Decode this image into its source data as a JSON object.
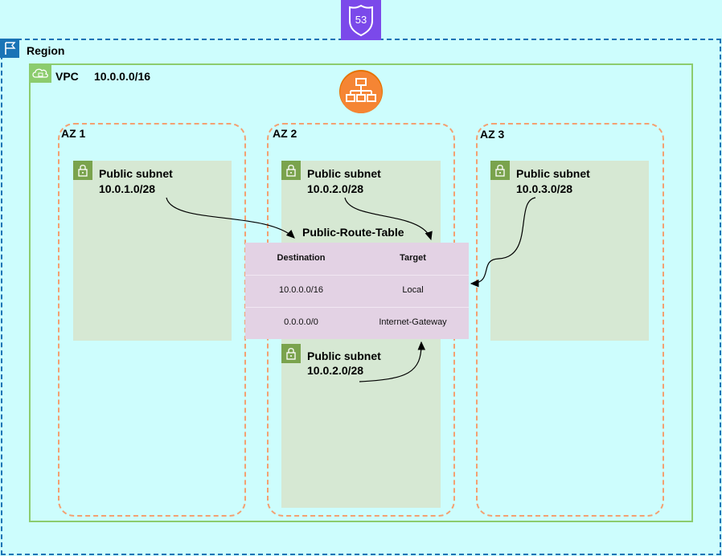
{
  "region": {
    "label": "Region"
  },
  "vpc": {
    "label": "VPC",
    "cidr": "10.0.0.0/16"
  },
  "azs": [
    {
      "label": "AZ 1"
    },
    {
      "label": "AZ 2"
    },
    {
      "label": "AZ 3"
    }
  ],
  "subnets": [
    {
      "title": "Public subnet",
      "cidr": "10.0.1.0/28"
    },
    {
      "title": "Public subnet",
      "cidr": "10.0.2.0/28"
    },
    {
      "title": "Public subnet",
      "cidr": "10.0.3.0/28"
    },
    {
      "title": "Public subnet",
      "cidr": "10.0.2.0/28"
    }
  ],
  "route_table": {
    "title": "Public-Route-Table",
    "headers": {
      "destination": "Destination",
      "target": "Target"
    },
    "rows": [
      {
        "destination": "10.0.0.0/16",
        "target": "Local"
      },
      {
        "destination": "0.0.0.0/0",
        "target": "Internet-Gateway"
      }
    ]
  },
  "icons": {
    "route53": {
      "name": "route53-icon",
      "text": "53",
      "color": "#8c4fff"
    },
    "load_balancer": {
      "name": "load-balancer-icon",
      "color": "#ed7100"
    },
    "region_flag": {
      "name": "region-flag-icon",
      "color": "#1a74b6"
    },
    "vpc_cloud": {
      "name": "vpc-cloud-icon",
      "color": "#8ccc6e"
    },
    "lock": {
      "name": "lock-icon",
      "color": "#7aa34d"
    }
  },
  "colors": {
    "background": "#cdfdfd",
    "region_border": "#1873b5",
    "vpc_border": "#8ccc6e",
    "az_border": "#f3a071",
    "subnet_fill": "#d6e8d3",
    "route_table_fill": "#e3d2e4"
  }
}
